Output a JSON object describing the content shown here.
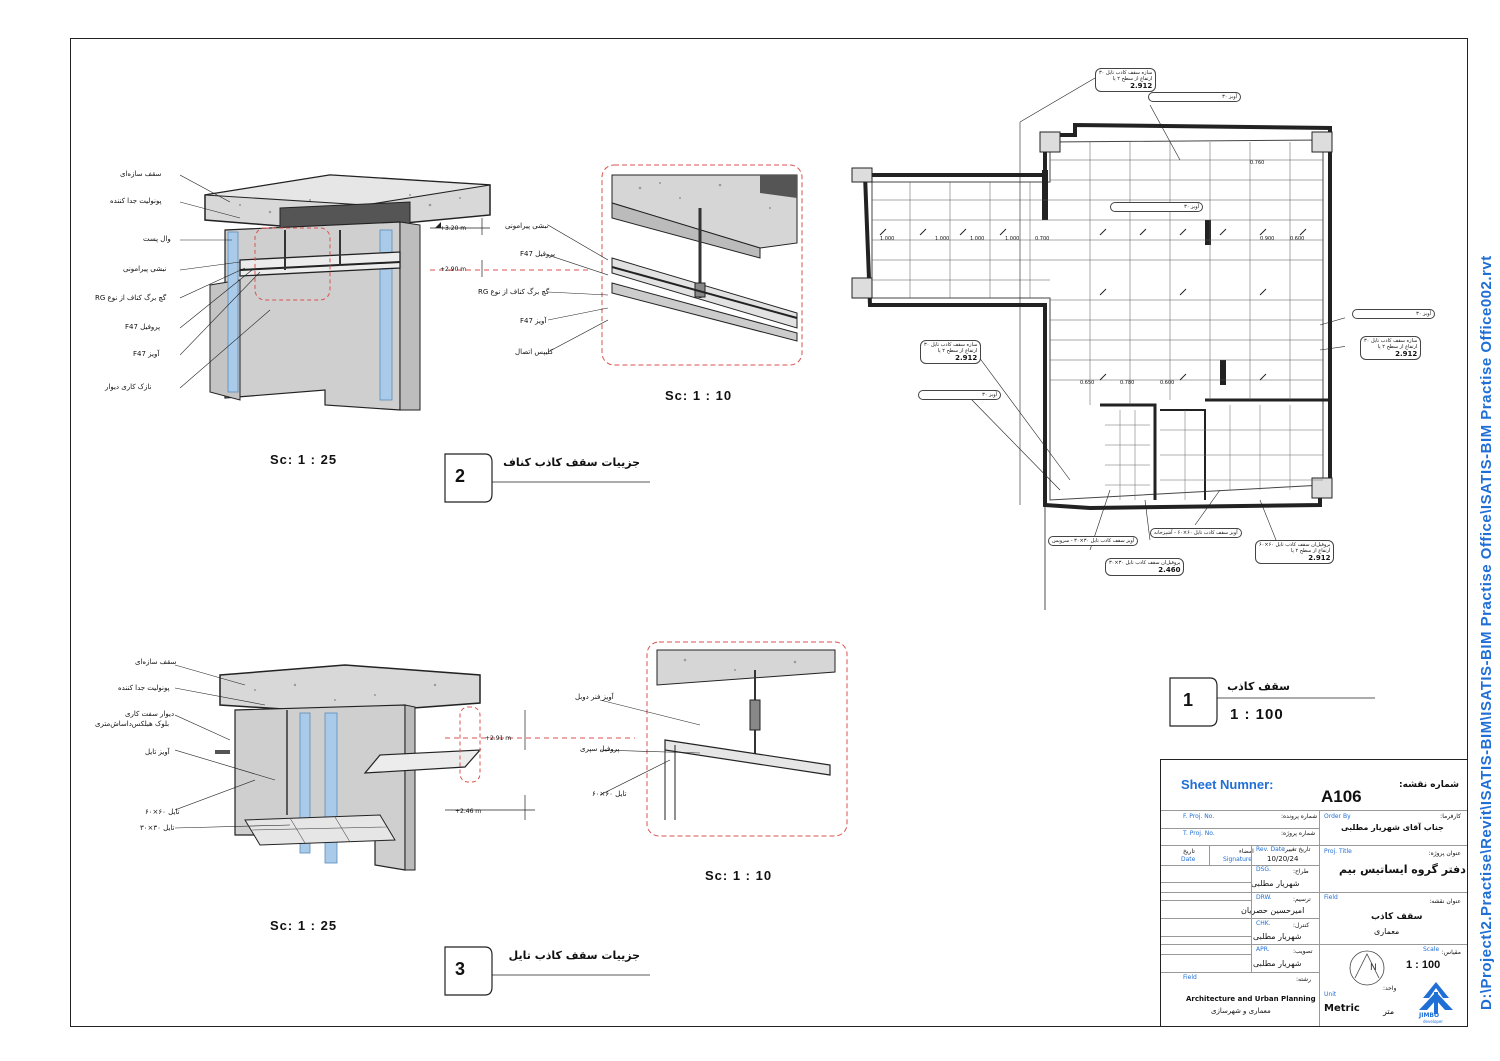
{
  "sheet_path": "D:\\Project\\2.Practise\\Revit\\ISATIS-BIM\\ISATIS-BIM Practise Office\\ISATIS-BIM Practise Office002.rvt",
  "detail2": {
    "number": "2",
    "title": "جزییات سقف کاذب کناف",
    "scale_main": "Sc: 1 : 25",
    "scale_zoom": "Sc: 1 : 10",
    "labels": [
      "سقف سازه‌ای",
      "پونولیت جدا کننده",
      "وال پست",
      "نبشی پیرامونی",
      "گچ برگ کناف از نوع RG",
      "پروفیل F47",
      "آویز F47",
      "نازک کاری دیوار"
    ],
    "zoom_labels": [
      "نبشی پیرامونی",
      "پروفیل F47",
      "گچ برگ کناف از نوع RG",
      "آویز F47",
      "کلیپس اتصال"
    ],
    "levels": [
      "+3.20 m",
      "+2.90 m"
    ]
  },
  "detail3": {
    "number": "3",
    "title": "جزییات سقف کاذب تایل",
    "scale_main": "Sc: 1 : 25",
    "scale_zoom": "Sc: 1 : 10",
    "labels": [
      "سقف سازه‌ای",
      "پونولیت جدا کننده",
      "دیوار سفت کاری",
      "بلوک هبلکس‌داساش‌متری",
      "آویز تایل",
      "تایل ۶۰×۶۰",
      "تایل ۳۰×۳۰"
    ],
    "zoom_labels": [
      "آویز فنر دوبل",
      "پروفیل سپری",
      "تایل ۶۰×۶۰"
    ],
    "levels": [
      "+2.91 m",
      "+2.46 m"
    ]
  },
  "plan1": {
    "number": "1",
    "title": "سقف کاذب",
    "scale": "1 : 100",
    "tags": [
      "سازه سقف کاذب تایل ۳۰",
      "ارتفاع از سطح ۲ پا",
      "2.912",
      "آویز ۳۰",
      "آویز ۳۰",
      "آویز ۳۰",
      "آویز ۳۰",
      "آویز سقف کاذب تایل ۳۰×۳۰ - سرویس",
      "پروفیل‌ان سقف کاذب تایل ۳۰×۳۰",
      "2.460",
      "آویز سقف کاذب تایل ۶۰×۶۰ - آشپزخانه",
      "پروفیل‌ان سقف کاذب تایل ۶۰×۶۰",
      "ارتفاع از سطح ۲ پا"
    ],
    "dims": [
      "1.000",
      "1.000",
      "1.000",
      "1.000",
      "0.700",
      "0.900",
      "0.600",
      "0.760",
      "0.650",
      "0.780",
      "0.600"
    ]
  },
  "title_block": {
    "sheet_number_label_en": "Sheet Numner:",
    "sheet_number_label_fa": "شماره نقشه:",
    "sheet_number": "A106",
    "f_proj_en": "F. Proj. No.",
    "f_proj_fa": "شماره پرونده:",
    "order_en": "Order By",
    "order_fa": "کارفرما:",
    "client": "جناب آقای شهریار مطلبی",
    "t_proj_en": "T. Proj. No.",
    "t_proj_fa": "شماره پروژه:",
    "proj_title_en": "Proj. Title",
    "proj_title_fa": "عنوان پروژه:",
    "proj_title": "دفتر گروه ایساتیس بیم",
    "date_fa": "تاریخ",
    "date_en": "Date",
    "sign_fa": "امضاء",
    "sign_en": "Signature",
    "rev_en": "Rev. Date",
    "rev_fa": "تاریخ تغییر:",
    "rev_date": "10/20/24",
    "dsg_en": "DSG.",
    "dsg_fa": "طراح:",
    "dsg": "شهریار مطلبی",
    "drw_en": "DRW.",
    "drw_fa": "ترسیم:",
    "drw": "امیرحسین حصریان",
    "chk_en": "CHK.",
    "chk_fa": "کنترل:",
    "chk": "شهریار مطلبی",
    "apr_en": "APR.",
    "apr_fa": "تصویب:",
    "apr": "شهریار مطلبی",
    "field_en": "Field",
    "drawing_title_fa": "عنوان نقشه:",
    "drawing_title": "سقف کاذب",
    "discipline": "معماری",
    "scale_en": "Scale",
    "scale_fa": "مقیاس:",
    "scale": "1 : 100",
    "field2_en": "Field",
    "field2_fa": "رشته:",
    "field_value_en": "Architecture and Urban Planning",
    "field_value_fa": "معماری و شهرسازی",
    "unit_en": "Unit",
    "unit_fa": "واحد:",
    "unit_value_en": "Metric",
    "unit_value_fa": "متر",
    "logo_text": "JIMBO",
    "logo_sub": "developer"
  }
}
